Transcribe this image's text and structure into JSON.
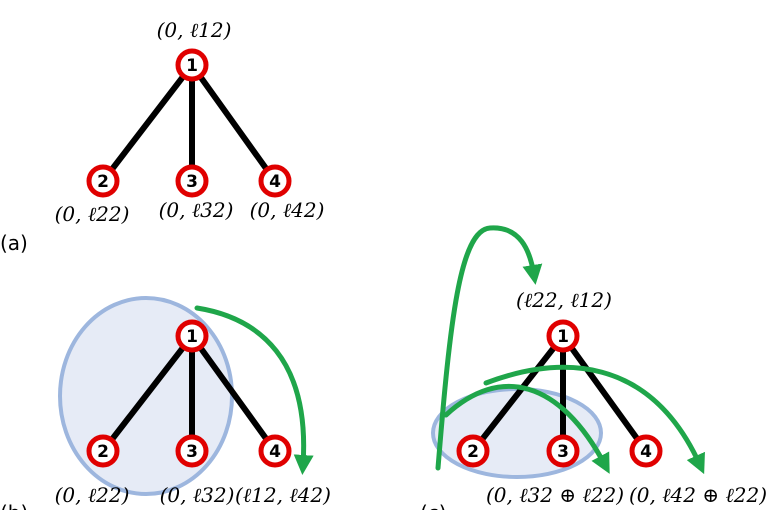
{
  "panels": {
    "a": {
      "tag": "(a)",
      "root_label": "(0, ℓ12)",
      "labels": [
        "(0, ℓ22)",
        "(0, ℓ32)",
        "(0, ℓ42)"
      ]
    },
    "b": {
      "tag": "(b)",
      "labels": [
        "(0, ℓ22)",
        "(0, ℓ32)",
        "(ℓ12, ℓ42)"
      ]
    },
    "c": {
      "tag": "(c)",
      "root_label": "(ℓ22, ℓ12)",
      "labels": [
        "(0, ℓ32 ⊕ ℓ22)",
        "(0, ℓ42 ⊕ ℓ22)"
      ]
    }
  },
  "nodes": {
    "n1": "1",
    "n2": "2",
    "n3": "3",
    "n4": "4"
  },
  "colors": {
    "ring": "#e00000",
    "arrow": "#1fa64a",
    "group": "#9db6de"
  }
}
